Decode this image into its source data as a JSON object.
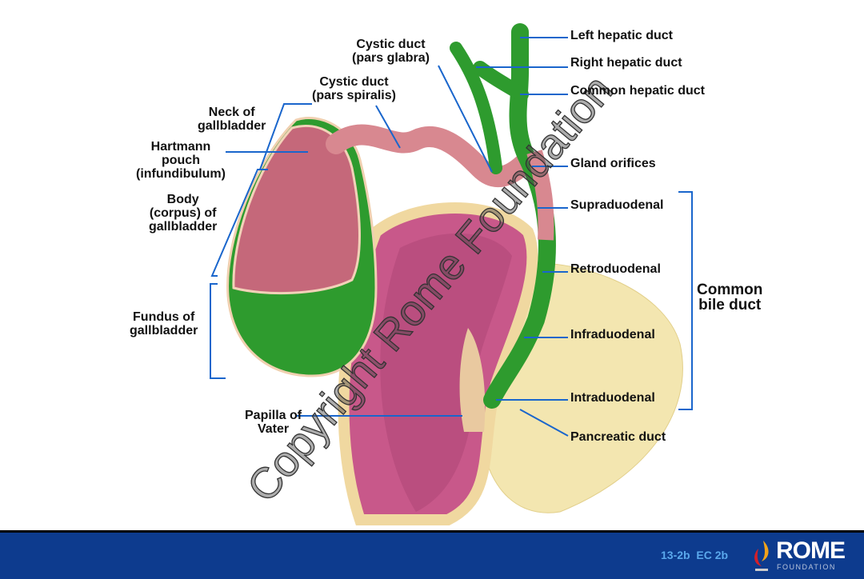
{
  "labels": {
    "cystic_glabra": [
      "Cystic duct",
      "(pars glabra)"
    ],
    "cystic_spiralis": [
      "Cystic duct",
      "(pars spiralis)"
    ],
    "neck": [
      "Neck of",
      "gallbladder"
    ],
    "hartmann": [
      "Hartmann",
      "pouch",
      "(infundibulum)"
    ],
    "body": [
      "Body",
      "(corpus) of",
      "gallbladder"
    ],
    "fundus": [
      "Fundus of",
      "gallbladder"
    ],
    "papilla": [
      "Papilla of",
      "Vater"
    ],
    "left_hepatic": "Left hepatic duct",
    "right_hepatic": "Right hepatic duct",
    "common_hepatic": "Common hepatic duct",
    "gland_orifices": "Gland orifices",
    "supraduodenal": "Supraduodenal",
    "retroduodenal": "Retroduodenal",
    "infraduodenal": "Infraduodenal",
    "intraduodenal": "Intraduodenal",
    "pancreatic_duct": "Pancreatic duct",
    "common_bile_duct": [
      "Common",
      "bile duct"
    ]
  },
  "watermark": "Copyright Rome Foundation",
  "footer": {
    "slide_code": "13-2b  EC 2b",
    "logo": "ROME",
    "logo_sub": "FOUNDATION"
  },
  "colors": {
    "leader": "#1a66cc",
    "duct": "#2e9b2e",
    "footer": "#0d3b8e"
  }
}
